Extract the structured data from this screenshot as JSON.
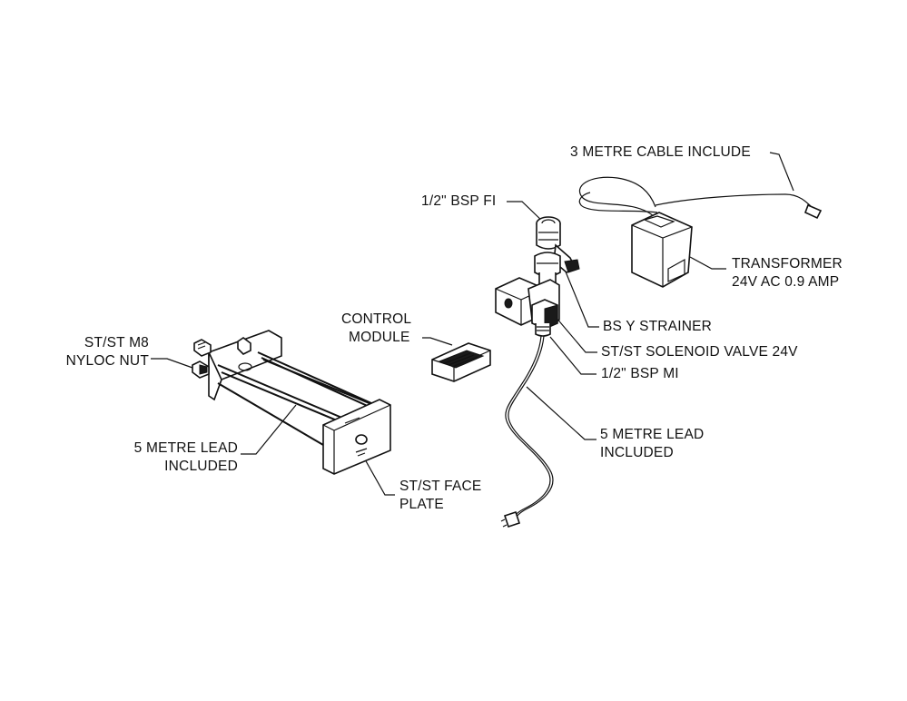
{
  "labels": {
    "cable_3m": "3 METRE CABLE INCLUDE",
    "bsp_fi": "1/2\" BSP FI",
    "transformer_l1": "TRANSFORMER",
    "transformer_l2": "24V AC 0.9 AMP",
    "control_l1": "CONTROL",
    "control_l2": "MODULE",
    "nut_l1": "ST/ST M8",
    "nut_l2": "NYLOC NUT",
    "strainer": "BS Y STRAINER",
    "solenoid": "ST/ST SOLENOID VALVE 24V",
    "bsp_mi": "1/2\" BSP MI",
    "lead_right_l1": "5 METRE LEAD",
    "lead_right_l2": "INCLUDED",
    "lead_left_l1": "5 METRE LEAD",
    "lead_left_l2": "INCLUDED",
    "face_l1": "ST/ST FACE",
    "face_l2": "PLATE"
  }
}
